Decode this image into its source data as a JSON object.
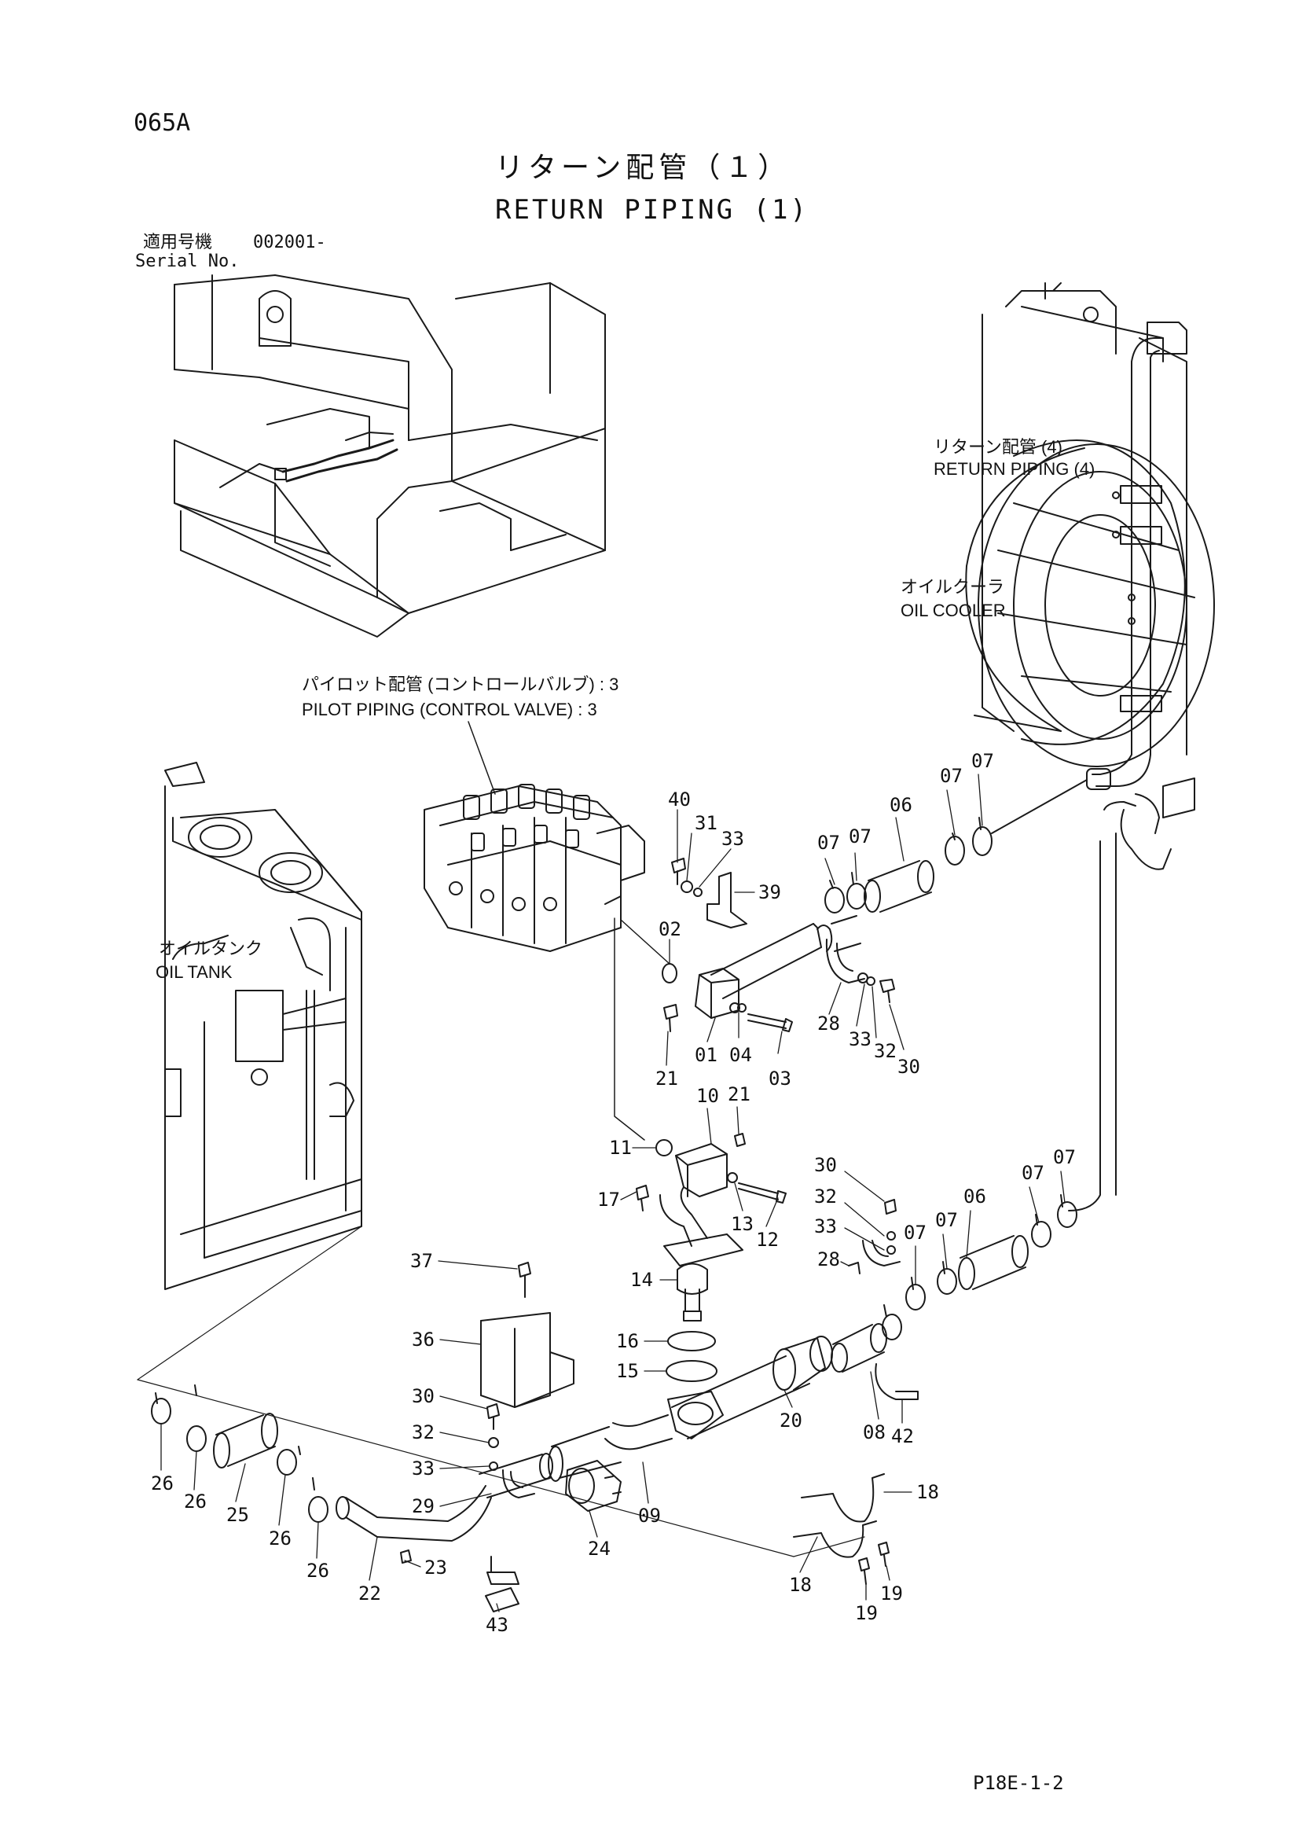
{
  "header": {
    "page_code": "065A",
    "title_jp": "リターン配管（１）",
    "title_en": "RETURN PIPING (1)",
    "serial_label_jp": "適用号機",
    "serial_label_en": "Serial No.",
    "serial_from": "002001-"
  },
  "callouts": {
    "return_piping_4_jp": "リターン配管 (4)",
    "return_piping_4_en": "RETURN PIPING (4)",
    "oil_cooler_jp": "オイルクーラ",
    "oil_cooler_en": "OIL COOLER",
    "pilot_piping_jp": "パイロット配管 (コントロールバルブ) : 3",
    "pilot_piping_en": "PILOT PIPING (CONTROL VALVE) : 3",
    "oil_tank_jp": "オイルタンク",
    "oil_tank_en": "OIL TANK"
  },
  "parts": {
    "p40": "40",
    "p31": "31",
    "p33a": "33",
    "p39": "39",
    "p02": "02",
    "p01": "01",
    "p04": "04",
    "p03": "03",
    "p21a": "21",
    "p28a": "28",
    "p33b": "33",
    "p32a": "32",
    "p30a": "30",
    "p07a": "07",
    "p07b": "07",
    "p06a": "06",
    "p07c": "07",
    "p07d": "07",
    "p10": "10",
    "p21b": "21",
    "p11": "11",
    "p17": "17",
    "p13": "13",
    "p12": "12",
    "p30b": "30",
    "p32b": "32",
    "p33c": "33",
    "p28b": "28",
    "p07e": "07",
    "p07f": "07",
    "p06b": "06",
    "p07g": "07",
    "p07h": "07",
    "p37": "37",
    "p14": "14",
    "p16": "16",
    "p15": "15",
    "p36": "36",
    "p20": "20",
    "p08": "08",
    "p42": "42",
    "p30c": "30",
    "p32c": "32",
    "p33d": "33",
    "p29": "29",
    "p26a": "26",
    "p26b": "26",
    "p25": "25",
    "p26c": "26",
    "p26d": "26",
    "p22": "22",
    "p23": "23",
    "p43": "43",
    "p24": "24",
    "p09": "09",
    "p18a": "18",
    "p18b": "18",
    "p19a": "19",
    "p19b": "19"
  },
  "footer": {
    "page_ref": "P18E-1-2"
  }
}
